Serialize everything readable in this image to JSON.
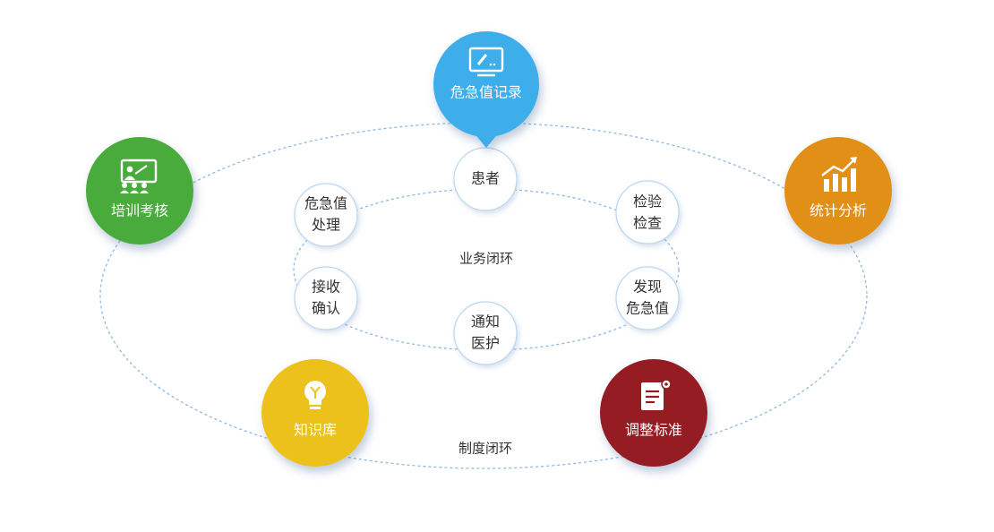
{
  "colors": {
    "record": "#3daee9",
    "training": "#4aab3a",
    "statistics": "#e18f14",
    "knowledge": "#ecc11a",
    "standard": "#941c20",
    "dashed_line": "#8fb8e3"
  },
  "center_node": {
    "label": "危急值记录",
    "icon": "monitor-pen-icon"
  },
  "outer_nodes": {
    "training": {
      "label": "培训考核",
      "icon": "presentation-board-icon"
    },
    "statistics": {
      "label": "统计分析",
      "icon": "bar-chart-trend-icon"
    },
    "knowledge": {
      "label": "知识库",
      "icon": "lightbulb-icon"
    },
    "standard": {
      "label": "调整标准",
      "icon": "document-gear-icon"
    }
  },
  "inner_steps": {
    "patient": {
      "line1": "患者"
    },
    "exam": {
      "line1": "检验",
      "line2": "检查"
    },
    "discover": {
      "line1": "发现",
      "line2": "危急值"
    },
    "notify": {
      "line1": "通知",
      "line2": "医护"
    },
    "confirm": {
      "line1": "接收",
      "line2": "确认"
    },
    "handle": {
      "line1": "危急值",
      "line2": "处理"
    }
  },
  "loops": {
    "business": "业务闭环",
    "system": "制度闭环"
  }
}
